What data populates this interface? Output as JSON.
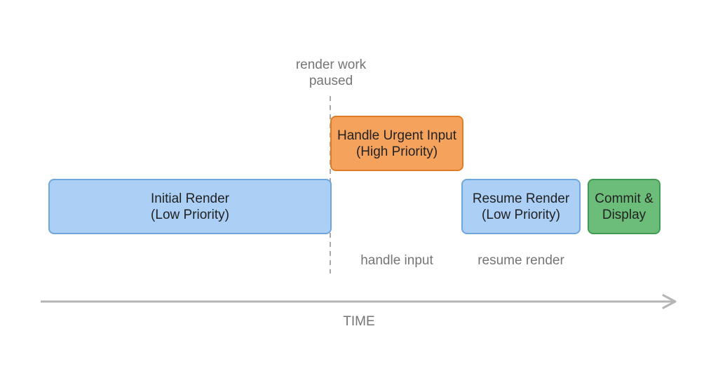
{
  "colors": {
    "low_priority_fill": "#abcff5",
    "low_priority_border": "#6fa6dc",
    "high_priority_fill": "#f5a35c",
    "high_priority_border": "#e07c26",
    "commit_fill": "#6dbd7a",
    "commit_border": "#3f9a52",
    "annotation_text": "#757575",
    "axis": "#b5b5b5"
  },
  "blocks": {
    "initial_render": {
      "line1": "Initial Render",
      "line2": "(Low Priority)"
    },
    "urgent_input": {
      "line1": "Handle Urgent Input",
      "line2": "(High Priority)"
    },
    "resume_render": {
      "line1": "Resume Render",
      "line2": "(Low Priority)"
    },
    "commit_display": {
      "line1": "Commit &",
      "line2": "Display"
    }
  },
  "annotations": {
    "paused_line1": "render work",
    "paused_line2": "paused",
    "handle_input": "handle input",
    "resume_render": "resume render"
  },
  "axis": {
    "label": "TIME"
  }
}
